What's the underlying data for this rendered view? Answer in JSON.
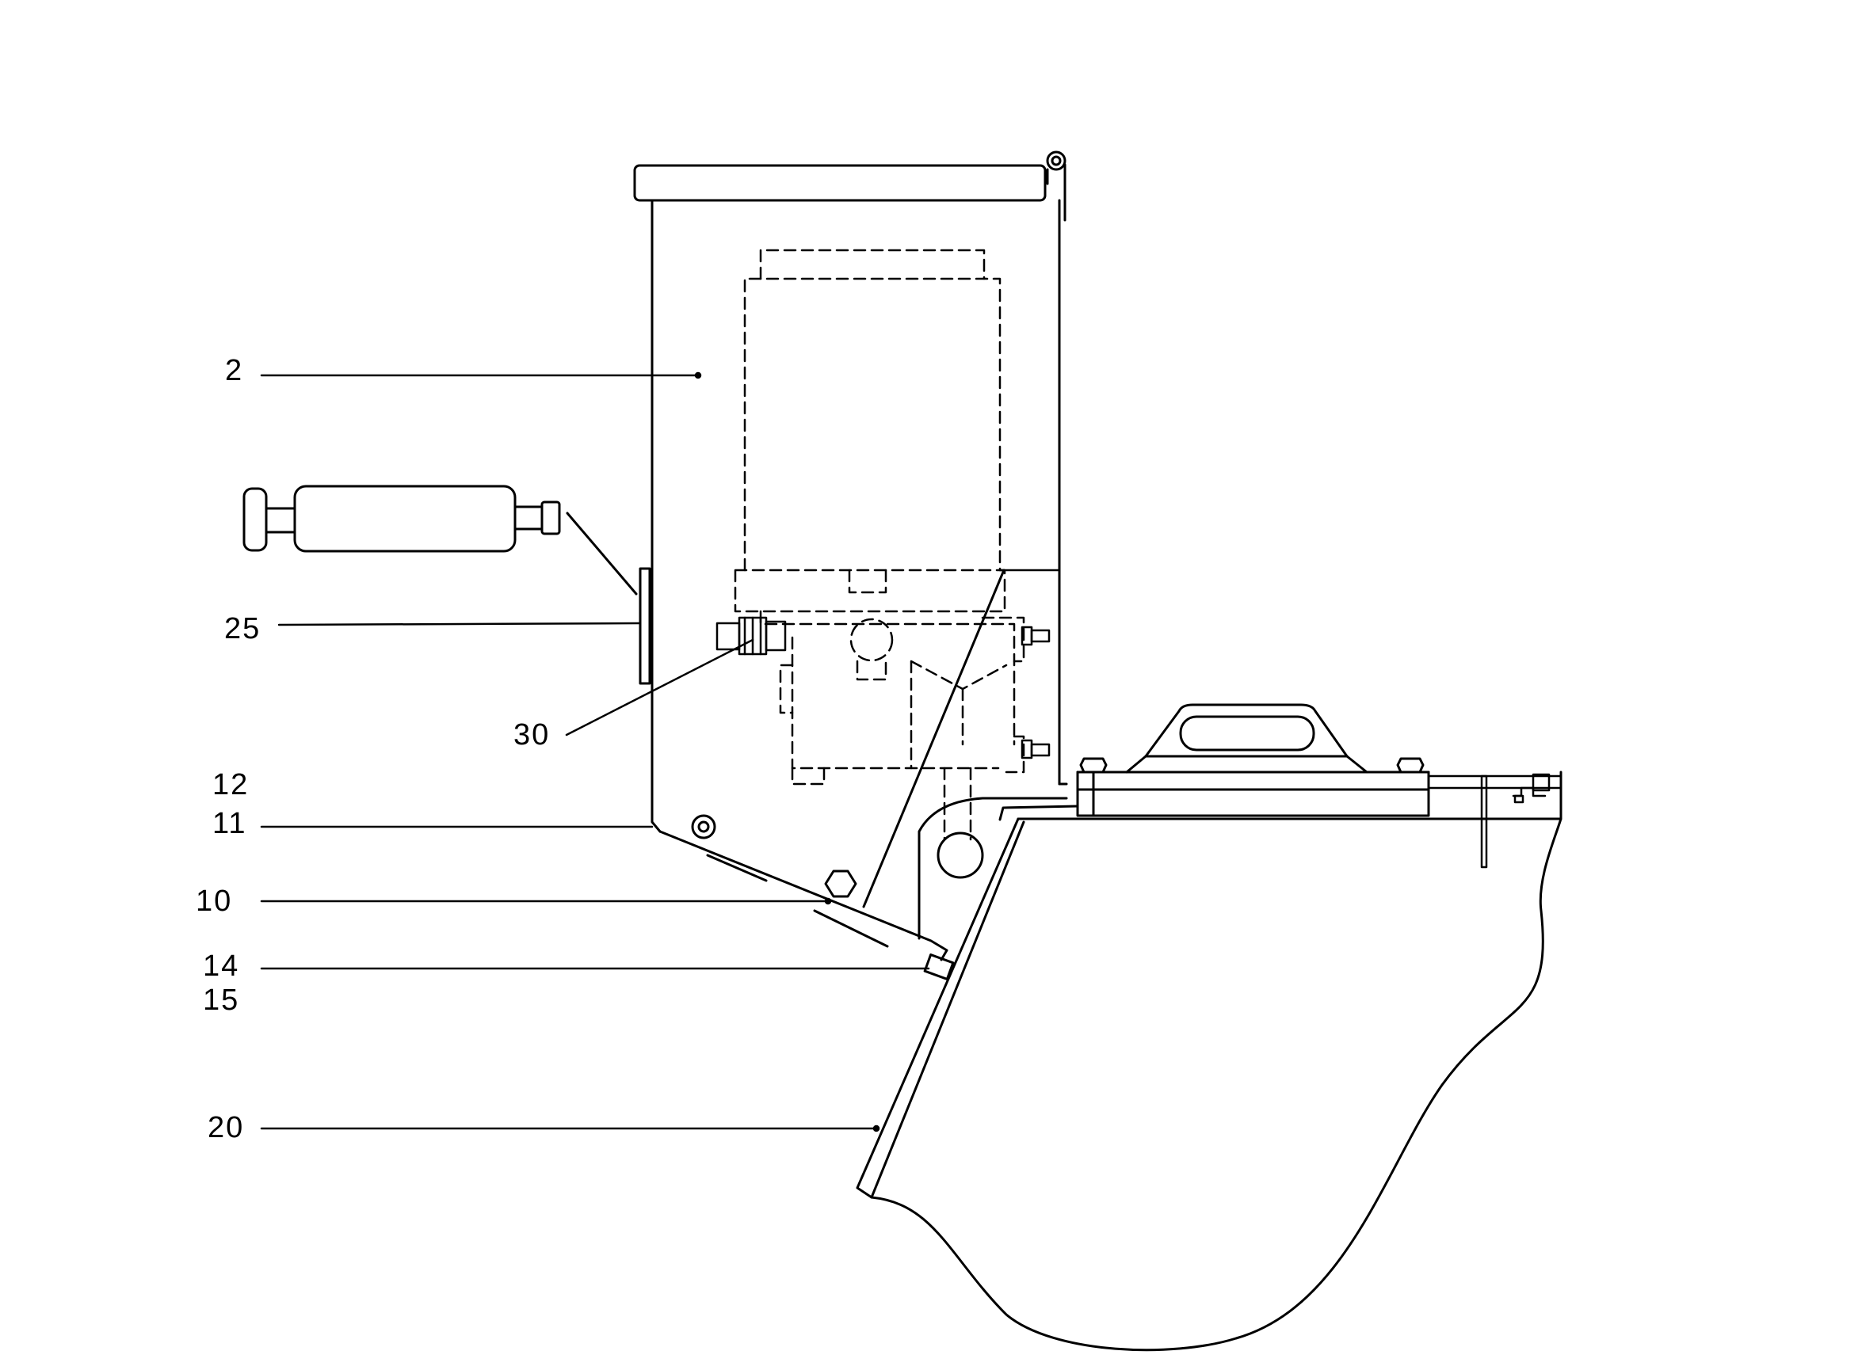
{
  "diagram": {
    "callouts": [
      {
        "id": "c2",
        "label": "2"
      },
      {
        "id": "c25",
        "label": "25"
      },
      {
        "id": "c30",
        "label": "30"
      },
      {
        "id": "c12",
        "label": "12"
      },
      {
        "id": "c11",
        "label": "11"
      },
      {
        "id": "c10",
        "label": "10"
      },
      {
        "id": "c14",
        "label": "14"
      },
      {
        "id": "c15",
        "label": "15"
      },
      {
        "id": "c20",
        "label": "20"
      }
    ],
    "colors": {
      "ink": "#000000",
      "background": "#ffffff"
    }
  }
}
